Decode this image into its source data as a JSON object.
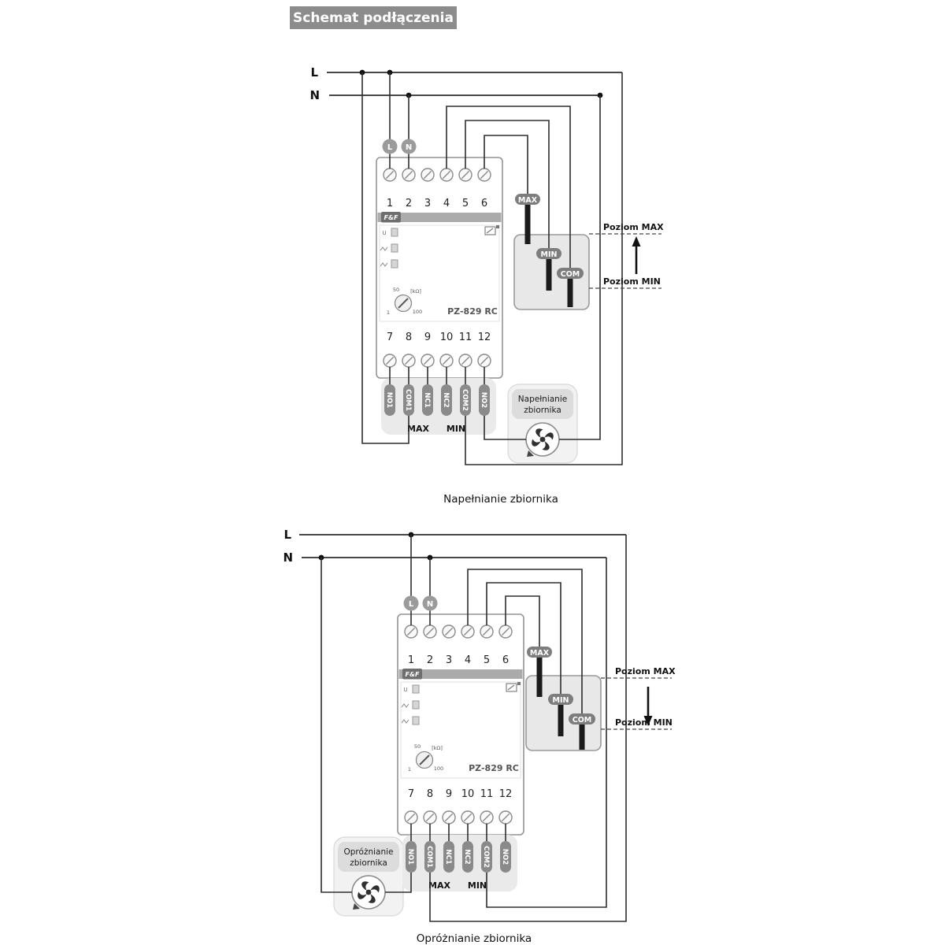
{
  "title": "Schemat podłączenia",
  "rails": {
    "live": "L",
    "neutral": "N"
  },
  "device": {
    "brand": "F&F",
    "model": "PZ-829 RC",
    "terminals_top": [
      "1",
      "2",
      "3",
      "4",
      "5",
      "6"
    ],
    "terminals_bottom": [
      "7",
      "8",
      "9",
      "10",
      "11",
      "12"
    ],
    "outputs": [
      "NO1",
      "COM1",
      "NC1",
      "NC2",
      "COM2",
      "NO2"
    ],
    "group_max": "MAX",
    "group_min": "MIN",
    "led_power": "U",
    "dial": {
      "min": "1",
      "mid": "50",
      "unit": "[kΩ]",
      "max": "100"
    }
  },
  "probes": {
    "max": "MAX",
    "min": "MIN",
    "com": "COM"
  },
  "levels": {
    "max": "Poziom MAX",
    "min": "Poziom MIN"
  },
  "filling": {
    "pump_label_line1": "Napełnianie",
    "pump_label_line2": "zbiornika",
    "caption": "Napełnianie zbiornika"
  },
  "emptying": {
    "pump_label_line1": "Opróżnianie",
    "pump_label_line2": "zbiornika",
    "caption": "Opróżnianie zbiornika"
  }
}
